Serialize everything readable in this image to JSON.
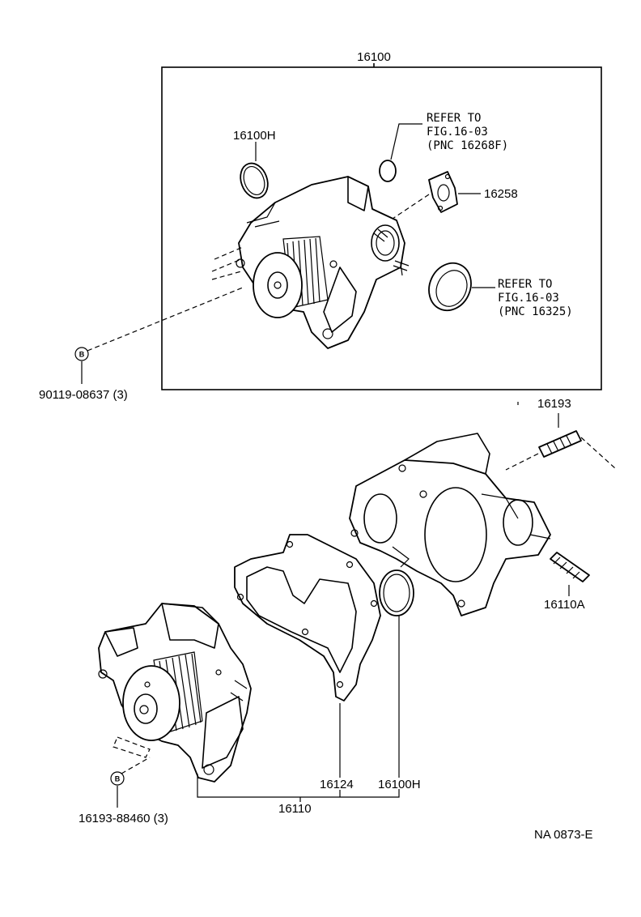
{
  "labels": {
    "assembly": "16100",
    "gasket_top": "16100H",
    "refer1_line1": "REFER TO",
    "refer1_line2": "FIG.16-03",
    "refer1_line3": "(PNC 16268F)",
    "inlet_gasket": "16258",
    "refer2_line1": "REFER TO",
    "refer2_line2": "FIG.16-03",
    "refer2_line3": "(PNC 16325)",
    "bolt_top": "90119-08637 (3)",
    "stud_top": "16193",
    "stud_mid": "16110A",
    "gasket_plate": "16124",
    "gasket_bottom": "16100H",
    "pump": "16110",
    "bolt_bottom": "16193-88460 (3)",
    "figure_code": "NA 0873-E"
  },
  "badges": {
    "top": "B",
    "bottom": "B"
  }
}
